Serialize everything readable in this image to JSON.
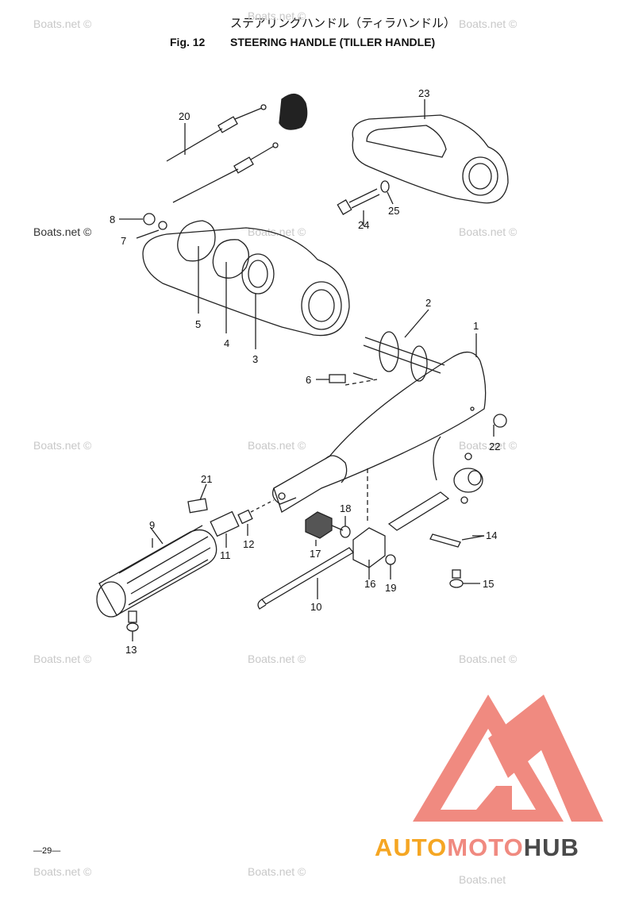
{
  "header": {
    "title_jp": "ステアリングハンドル（ティラハンドル）",
    "fig_label": "Fig. 12",
    "fig_title": "STEERING HANDLE (TILLER HANDLE)"
  },
  "footer": {
    "page_number": "—29—"
  },
  "watermark": {
    "text": "Boats.net ©",
    "text_alt": "Boats.net"
  },
  "logo": {
    "part1": "AUTO",
    "part2": "MOTO",
    "part3": "HUB",
    "colors": {
      "orange": "#f5a623",
      "salmon": "#f08a80",
      "dark": "#4a4a4a"
    }
  },
  "parts": {
    "p1": "1",
    "p2": "2",
    "p3": "3",
    "p4": "4",
    "p5": "5",
    "p6": "6",
    "p7": "7",
    "p8": "8",
    "p9": "9",
    "p10": "10",
    "p11": "11",
    "p12": "12",
    "p13": "13",
    "p14": "14",
    "p15": "15",
    "p16": "16",
    "p17": "17",
    "p18": "18",
    "p19": "19",
    "p20": "20",
    "p21": "21",
    "p22": "22",
    "p23": "23",
    "p24": "24",
    "p25": "25"
  }
}
